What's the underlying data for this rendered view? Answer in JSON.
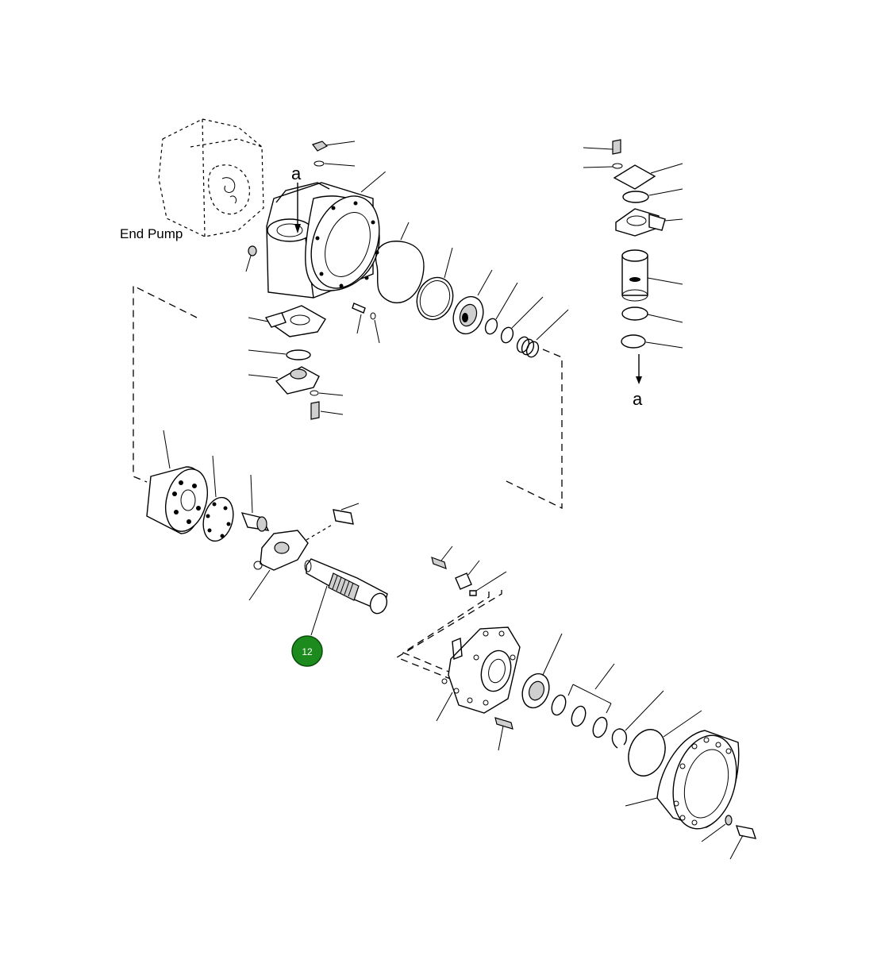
{
  "diagram": {
    "labels": {
      "end_pump": "End Pump",
      "ref_top": "a",
      "ref_bottom": "a"
    },
    "callouts": [
      {
        "number": "12",
        "color": "#1c8a1c"
      }
    ]
  }
}
